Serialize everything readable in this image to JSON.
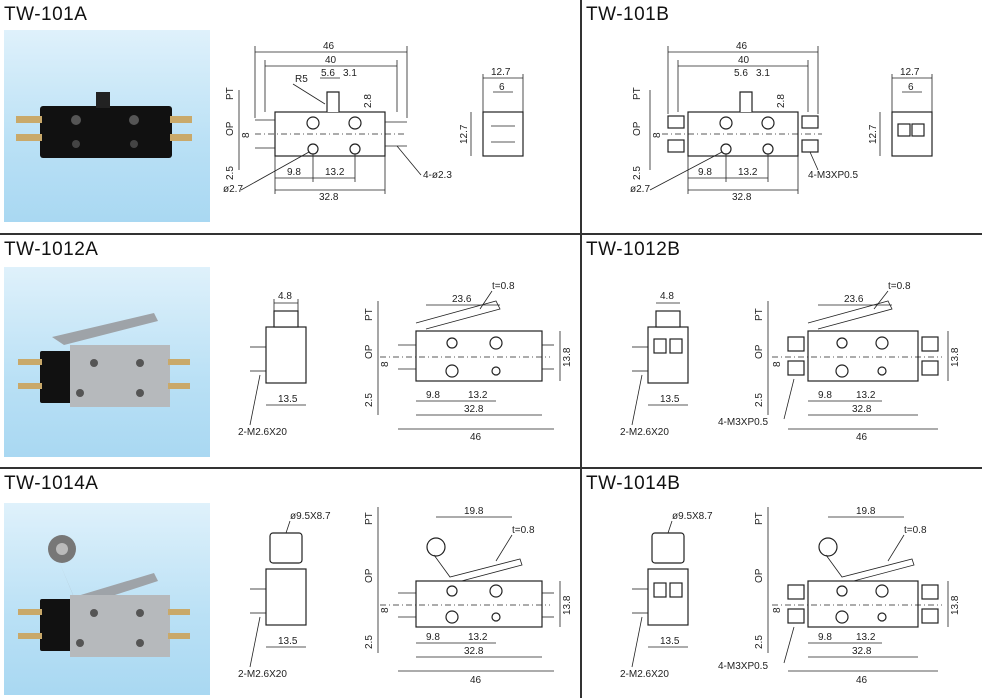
{
  "panels": {
    "p1": {
      "title": "TW-101A",
      "labels": {
        "d46": "46",
        "d40": "40",
        "d56": "5.6",
        "d31": "3.1",
        "r5": "R5",
        "pt": "PT",
        "op": "OP",
        "d28": "2.8",
        "d8": "8",
        "d25": "2.5",
        "phi27": "ø2.7",
        "d98": "9.8",
        "d132": "13.2",
        "d328": "32.8",
        "d127w": "12.7",
        "d6": "6",
        "d127h": "12.7",
        "hole": "4-ø2.3"
      }
    },
    "p2": {
      "title": "TW-101B",
      "labels": {
        "d46": "46",
        "d40": "40",
        "d56": "5.6",
        "d31": "3.1",
        "pt": "PT",
        "op": "OP",
        "d28": "2.8",
        "d8": "8",
        "d25": "2.5",
        "phi27": "ø2.7",
        "d98": "9.8",
        "d132": "13.2",
        "d328": "32.8",
        "d127w": "12.7",
        "d6": "6",
        "d127h": "12.7",
        "screw": "4-M3XP0.5"
      }
    },
    "p3": {
      "title": "TW-1012A",
      "labels": {
        "d48": "4.8",
        "d135": "13.5",
        "screw": "2-M2.6X20",
        "d236": "23.6",
        "t": "t=0.8",
        "pt": "PT",
        "op": "OP",
        "d8": "8",
        "d25": "2.5",
        "d98": "9.8",
        "d132": "13.2",
        "d328": "32.8",
        "d46": "46",
        "d138": "13.8"
      }
    },
    "p4": {
      "title": "TW-1012B",
      "labels": {
        "d48": "4.8",
        "d135": "13.5",
        "screw": "2-M2.6X20",
        "screw2": "4-M3XP0.5",
        "d236": "23.6",
        "t": "t=0.8",
        "pt": "PT",
        "op": "OP",
        "d8": "8",
        "d25": "2.5",
        "d98": "9.8",
        "d132": "13.2",
        "d328": "32.8",
        "d46": "46",
        "d138": "13.8"
      }
    },
    "p5": {
      "title": "TW-1014A",
      "labels": {
        "roller": "ø9.5X8.7",
        "d135": "13.5",
        "screw": "2-M2.6X20",
        "d198": "19.8",
        "t": "t=0.8",
        "pt": "PT",
        "op": "OP",
        "d8": "8",
        "d25": "2.5",
        "d98": "9.8",
        "d132": "13.2",
        "d328": "32.8",
        "d46": "46",
        "d138": "13.8"
      }
    },
    "p6": {
      "title": "TW-1014B",
      "labels": {
        "roller": "ø9.5X8.7",
        "d135": "13.5",
        "screw": "2-M2.6X20",
        "screw2": "4-M3XP0.5",
        "d198": "19.8",
        "t": "t=0.8",
        "pt": "PT",
        "op": "OP",
        "d8": "8",
        "d25": "2.5",
        "d98": "9.8",
        "d132": "13.2",
        "d328": "32.8",
        "d46": "46",
        "d138": "13.8"
      }
    }
  }
}
